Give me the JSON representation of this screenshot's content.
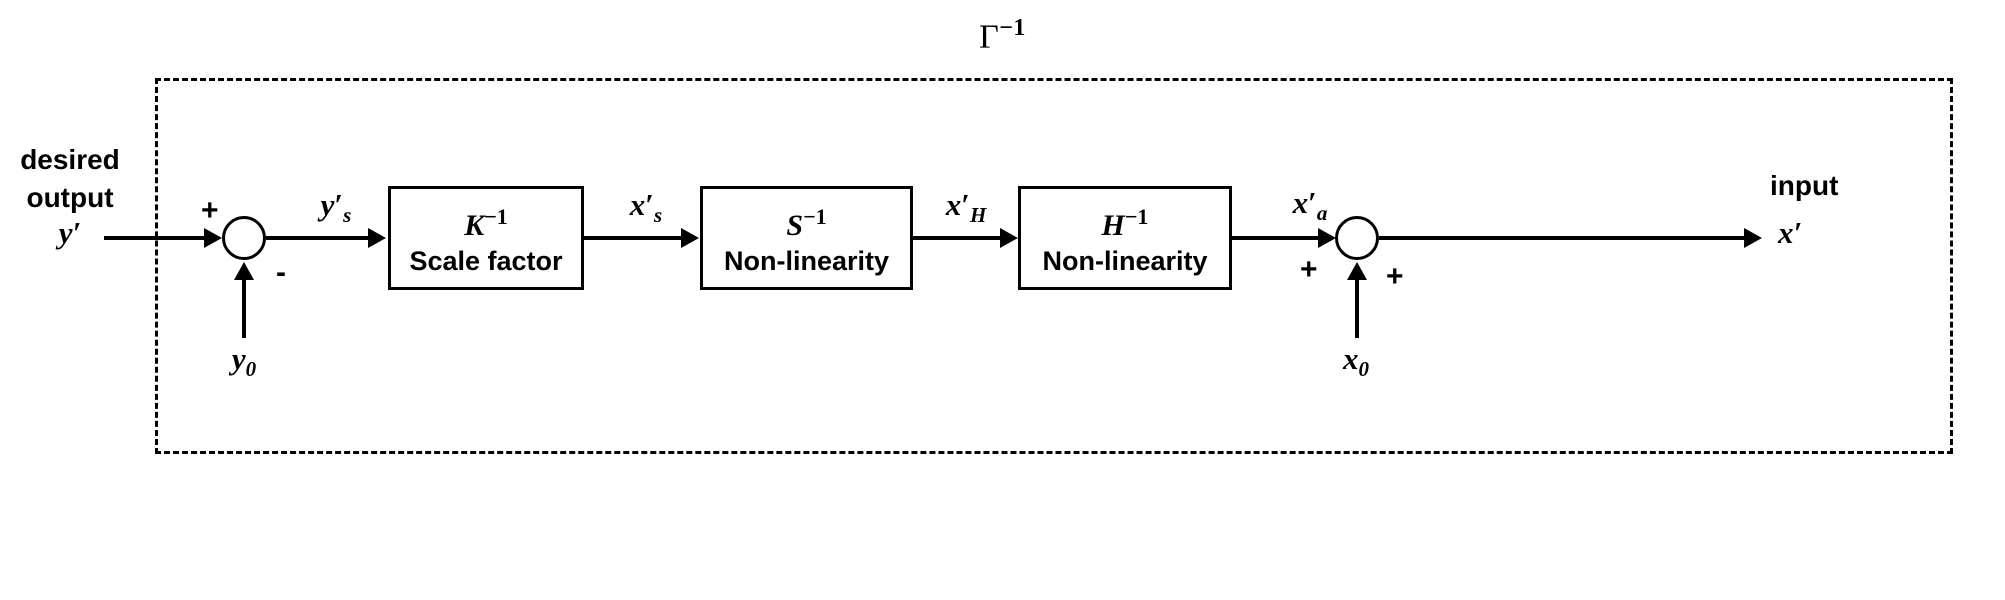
{
  "diagram": {
    "title": {
      "base": "Γ",
      "exponent": "−1",
      "full": "Γ⁻¹"
    },
    "container_label": "gamma-inverse-block",
    "io": {
      "left_caption_line1": "desired",
      "left_caption_line2": "output",
      "left_signal": "y′",
      "right_caption": "input",
      "right_signal": "x′"
    },
    "blocks": [
      {
        "symbol_base": "K",
        "symbol_exponent": "−1",
        "caption": "Scale factor"
      },
      {
        "symbol_base": "S",
        "symbol_exponent": "−1",
        "caption": "Non-linearity"
      },
      {
        "symbol_base": "H",
        "symbol_exponent": "−1",
        "caption": "Non-linearity"
      }
    ],
    "signals": [
      {
        "base": "y",
        "prime": "′",
        "sub": "s",
        "text": "y′s"
      },
      {
        "base": "x",
        "prime": "′",
        "sub": "s",
        "text": "x′s"
      },
      {
        "base": "x",
        "prime": "′",
        "sub": "H",
        "text": "x′H"
      },
      {
        "base": "x",
        "prime": "′",
        "sub": "a",
        "text": "x′a"
      }
    ],
    "offsets": [
      {
        "base": "y",
        "sub": "0",
        "text": "y0"
      },
      {
        "base": "x",
        "sub": "0",
        "text": "x0"
      }
    ],
    "junctions": [
      {
        "name": "left-summing-junction",
        "signs": [
          "+",
          "-"
        ]
      },
      {
        "name": "right-summing-junction",
        "signs": [
          "+",
          "+"
        ]
      }
    ],
    "signs": {
      "plus": "+",
      "minus": "-"
    },
    "colors": {
      "stroke": "#000000",
      "background": "#ffffff"
    }
  }
}
